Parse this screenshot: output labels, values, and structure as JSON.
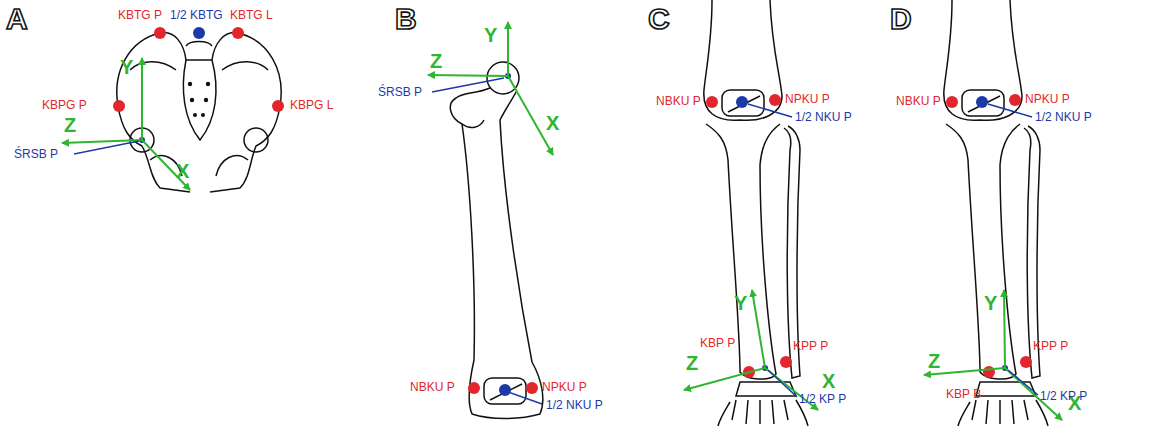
{
  "diagram": {
    "labels": [
      "A",
      "KBTG P",
      "1/2 KBTG",
      "KBTG L",
      "KBPG P",
      "KBPG L",
      "Y",
      "Z",
      "ŚRSB P",
      "X",
      "B",
      "Y",
      "Z",
      "ŚRSB P",
      "X",
      "NBKU P",
      "NPKU P",
      "1/2 NKU P",
      "C",
      "NBKU P",
      "NPKU P",
      "1/2 NKU P",
      "Y",
      "Z",
      "KBP P",
      "KPP P",
      "X",
      "1/2 KP P",
      "D",
      "NBKU P",
      "NPKU P",
      "1/2 NKU P",
      "Y",
      "Z",
      "KBP B",
      "KPP P",
      "X",
      "1/2 KP P"
    ]
  }
}
